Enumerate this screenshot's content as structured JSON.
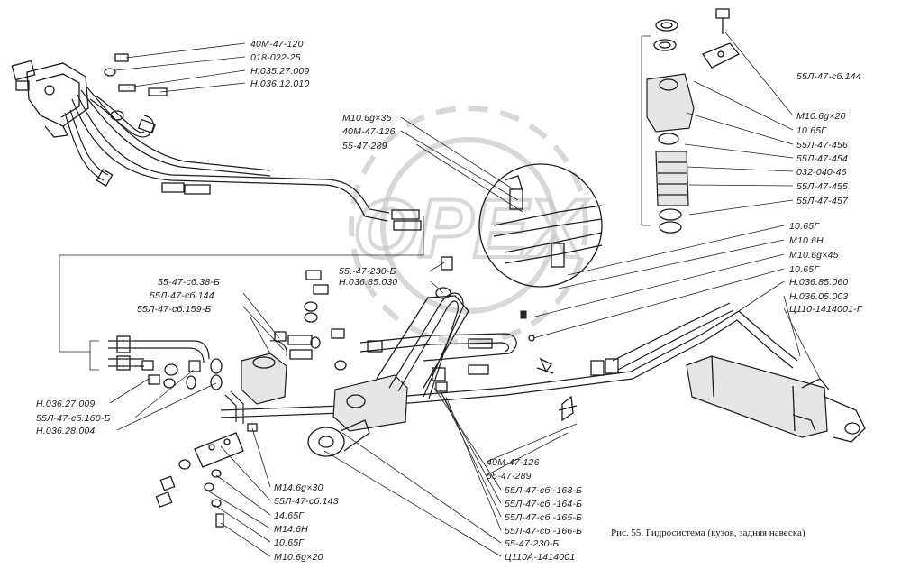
{
  "caption": "Рис. 55. Гидросистема (кузов, задняя навеска)",
  "colors": {
    "ink": "#1c1c1c",
    "background": "#ffffff",
    "watermark": "#c8c8c8"
  },
  "watermark_text": "OPEX",
  "labels": [
    {
      "id": "l01",
      "text": "40М-47-120"
    },
    {
      "id": "l02",
      "text": "018-022-25"
    },
    {
      "id": "l03",
      "text": "Н.035.27.009"
    },
    {
      "id": "l04",
      "text": "Н.036.12.010"
    },
    {
      "id": "l05",
      "text": "М10.6g×35"
    },
    {
      "id": "l06",
      "text": "40М-47-126"
    },
    {
      "id": "l07",
      "text": "55-47-289"
    },
    {
      "id": "l08",
      "text": "55Л-47-сб.144"
    },
    {
      "id": "l09",
      "text": "М10.6g×20"
    },
    {
      "id": "l10",
      "text": "10.65Г"
    },
    {
      "id": "l11",
      "text": "55Л-47-456"
    },
    {
      "id": "l12",
      "text": "55Л-47-454"
    },
    {
      "id": "l13",
      "text": "032-040-46"
    },
    {
      "id": "l14",
      "text": "55Л-47-455"
    },
    {
      "id": "l15",
      "text": "55Л-47-457"
    },
    {
      "id": "l16",
      "text": "10.65Г"
    },
    {
      "id": "l17",
      "text": "М10.6Н"
    },
    {
      "id": "l18",
      "text": "М10.6g×45"
    },
    {
      "id": "l19",
      "text": "10.65Г"
    },
    {
      "id": "l20",
      "text": "Н.036.85.060"
    },
    {
      "id": "l21",
      "text": "Н.036.05.003"
    },
    {
      "id": "l22",
      "text": "Ц110-1414001-Г"
    },
    {
      "id": "l23",
      "text": "55.-47-230-Б"
    },
    {
      "id": "l24",
      "text": "Н.036.85.030"
    },
    {
      "id": "l25",
      "text": "55-47-сб.38-Б"
    },
    {
      "id": "l26",
      "text": "55Л-47-сб.144"
    },
    {
      "id": "l27",
      "text": "55Л-47-сб.159-Б"
    },
    {
      "id": "l28",
      "text": "Н.036.27.009"
    },
    {
      "id": "l29",
      "text": "55Л-47-сб.160-Б"
    },
    {
      "id": "l30",
      "text": "Н.036.28.004"
    },
    {
      "id": "l31",
      "text": "40М-47-126"
    },
    {
      "id": "l32",
      "text": "55-47-289"
    },
    {
      "id": "l33",
      "text": "55Л-47-сб.-163-Б"
    },
    {
      "id": "l34",
      "text": "55Л-47-сб.-164-Б"
    },
    {
      "id": "l35",
      "text": "55Л-47-сб.-165-Б"
    },
    {
      "id": "l36",
      "text": "55Л-47-сб.-166-Б"
    },
    {
      "id": "l37",
      "text": "55-47-230-Б"
    },
    {
      "id": "l38",
      "text": "Ц110А-1414001"
    },
    {
      "id": "l39",
      "text": "М14.6g×30"
    },
    {
      "id": "l40",
      "text": "55Л-47-сб.143"
    },
    {
      "id": "l41",
      "text": "14.65Г"
    },
    {
      "id": "l42",
      "text": "М14.6Н"
    },
    {
      "id": "l43",
      "text": "10.65Г"
    },
    {
      "id": "l44",
      "text": "М10.6g×20"
    }
  ]
}
